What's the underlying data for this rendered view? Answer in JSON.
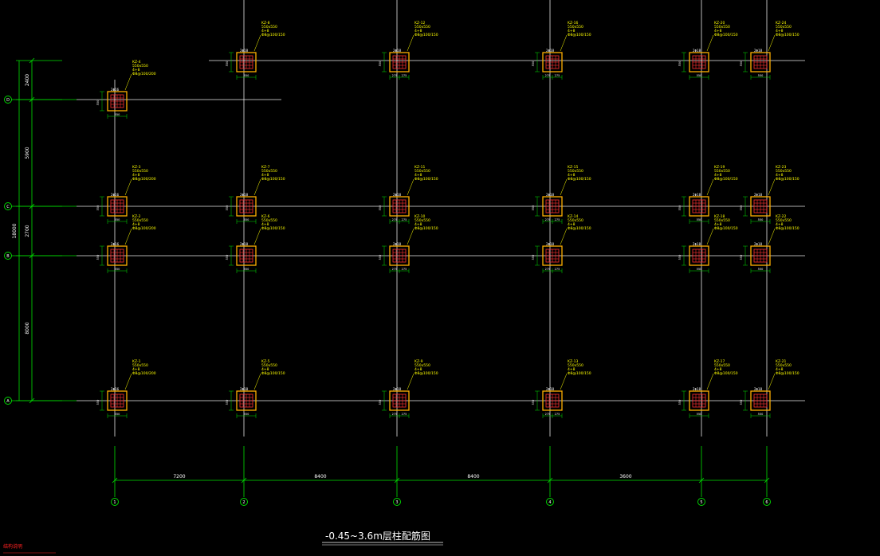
{
  "title": "-0.45~3.6m层柱配筋图",
  "note": "结构说明",
  "colors": {
    "grid": "#e8e8e8",
    "axis": "#00e000",
    "column_outline": "#ffb000",
    "rebar": "#ff3030",
    "label": "#ffff00",
    "dim_text": "#ffffff",
    "note": "#ff2020"
  },
  "axes_x": [
    {
      "id": "1",
      "label": "1"
    },
    {
      "id": "2",
      "label": "2"
    },
    {
      "id": "3",
      "label": "3"
    },
    {
      "id": "4",
      "label": "4"
    },
    {
      "id": "5",
      "label": "5"
    },
    {
      "id": "6",
      "label": "6"
    }
  ],
  "axes_y": [
    {
      "id": "D",
      "label": "D"
    },
    {
      "id": "C",
      "label": "C"
    },
    {
      "id": "B",
      "label": "B"
    },
    {
      "id": "A",
      "label": "A"
    }
  ],
  "x_spacings": [
    "7200",
    "8400",
    "8400",
    "3600"
  ],
  "y_spacings": [
    "2400",
    "5900",
    "2700",
    "8000"
  ],
  "y_total": "18000",
  "columns": [
    {
      "name": "KZ-4",
      "size": "550x550",
      "main": "4+8",
      "stirrup": "Φ8@100/200",
      "code": "2Φ16",
      "row": "D"
    },
    {
      "name": "KZ-8",
      "size": "550x550",
      "main": "4+8",
      "stirrup": "Φ8@100/150",
      "code": "2Φ18",
      "row": "top"
    },
    {
      "name": "KZ-12",
      "size": "550x550",
      "main": "4+8",
      "stirrup": "Φ8@100/150",
      "code": "2Φ18",
      "row": "top"
    },
    {
      "name": "KZ-16",
      "size": "550x550",
      "main": "4+8",
      "stirrup": "Φ8@100/150",
      "code": "2Φ18",
      "row": "top"
    },
    {
      "name": "KZ-20",
      "size": "550x550",
      "main": "4+8",
      "stirrup": "Φ8@100/150",
      "code": "2Φ18",
      "row": "top"
    },
    {
      "name": "KZ-24",
      "size": "550x550",
      "main": "4+8",
      "stirrup": "Φ8@100/150",
      "code": "2Φ18",
      "row": "top"
    },
    {
      "name": "KZ-3",
      "size": "550x550",
      "main": "4+8",
      "stirrup": "Φ8@100/200",
      "code": "2Φ16",
      "row": "C"
    },
    {
      "name": "KZ-7",
      "size": "550x550",
      "main": "4+8",
      "stirrup": "Φ8@100/150",
      "code": "2Φ18",
      "row": "C"
    },
    {
      "name": "KZ-11",
      "size": "550x550",
      "main": "4+8",
      "stirrup": "Φ8@100/150",
      "code": "2Φ18",
      "row": "C"
    },
    {
      "name": "KZ-15",
      "size": "550x550",
      "main": "4+8",
      "stirrup": "Φ8@100/150",
      "code": "2Φ18",
      "row": "C"
    },
    {
      "name": "KZ-19",
      "size": "550x550",
      "main": "4+8",
      "stirrup": "Φ8@100/150",
      "code": "2Φ18",
      "row": "C"
    },
    {
      "name": "KZ-23",
      "size": "550x550",
      "main": "4+8",
      "stirrup": "Φ8@100/150",
      "code": "2Φ18",
      "row": "C"
    },
    {
      "name": "KZ-2",
      "size": "550x550",
      "main": "4+8",
      "stirrup": "Φ8@100/200",
      "code": "2Φ16",
      "row": "B"
    },
    {
      "name": "KZ-6",
      "size": "550x550",
      "main": "4+8",
      "stirrup": "Φ8@100/150",
      "code": "2Φ18",
      "row": "B"
    },
    {
      "name": "KZ-10",
      "size": "550x550",
      "main": "4+8",
      "stirrup": "Φ8@100/150",
      "code": "2Φ18",
      "row": "B"
    },
    {
      "name": "KZ-14",
      "size": "550x550",
      "main": "4+8",
      "stirrup": "Φ8@100/150",
      "code": "2Φ18",
      "row": "B"
    },
    {
      "name": "KZ-18",
      "size": "550x550",
      "main": "4+8",
      "stirrup": "Φ8@100/150",
      "code": "2Φ18",
      "row": "B"
    },
    {
      "name": "KZ-22",
      "size": "550x550",
      "main": "4+8",
      "stirrup": "Φ8@100/150",
      "code": "2Φ18",
      "row": "B"
    },
    {
      "name": "KZ-1",
      "size": "550x550",
      "main": "4+8",
      "stirrup": "Φ8@100/200",
      "code": "2Φ16",
      "row": "A"
    },
    {
      "name": "KZ-5",
      "size": "550x550",
      "main": "4+8",
      "stirrup": "Φ8@100/150",
      "code": "2Φ18",
      "row": "A"
    },
    {
      "name": "KZ-9",
      "size": "550x550",
      "main": "4+8",
      "stirrup": "Φ8@100/150",
      "code": "2Φ18",
      "row": "A"
    },
    {
      "name": "KZ-13",
      "size": "550x550",
      "main": "4+8",
      "stirrup": "Φ8@100/150",
      "code": "2Φ18",
      "row": "A"
    },
    {
      "name": "KZ-17",
      "size": "550x550",
      "main": "4+8",
      "stirrup": "Φ8@100/150",
      "code": "2Φ18",
      "row": "A"
    },
    {
      "name": "KZ-21",
      "size": "550x550",
      "main": "4+8",
      "stirrup": "Φ8@100/150",
      "code": "2Φ18",
      "row": "A"
    }
  ],
  "dim_side": "275",
  "dim_total": "550"
}
